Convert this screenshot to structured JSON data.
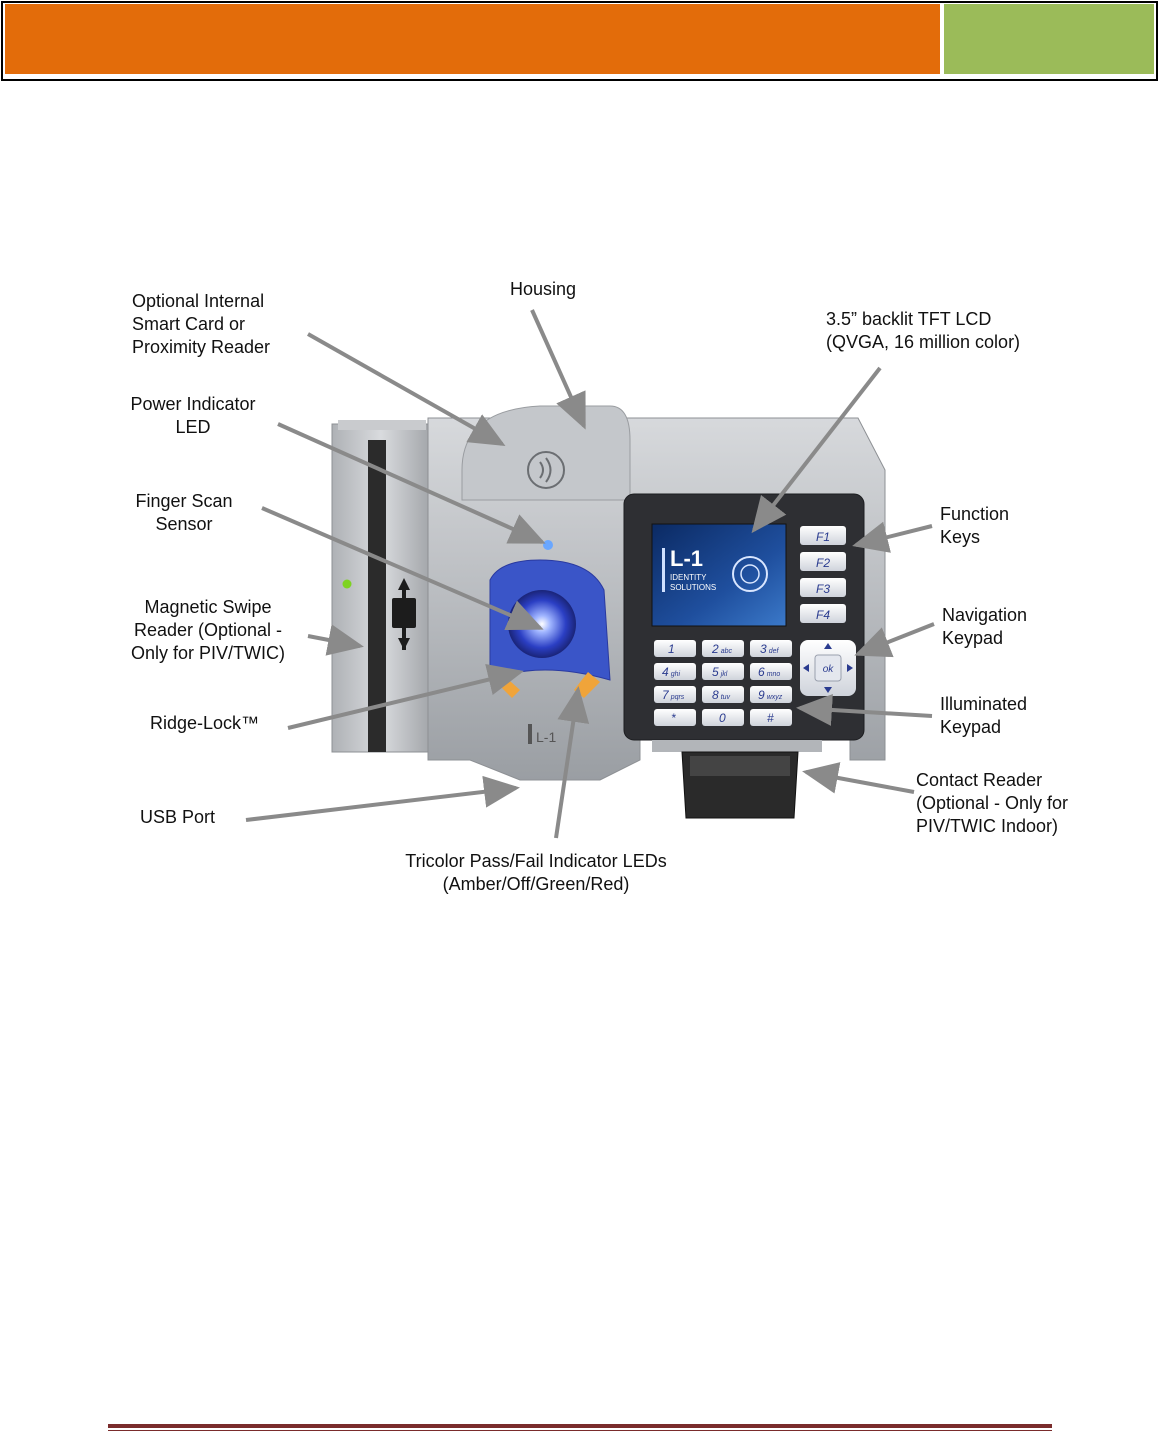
{
  "colors": {
    "header_orange": "#e36c0a",
    "header_green": "#9bbb59",
    "footer_rule": "#7a2c2c"
  },
  "device": {
    "brand_lines": [
      "L-1",
      "IDENTITY",
      "SOLUTIONS"
    ],
    "function_keys": [
      "F1",
      "F2",
      "F3",
      "F4"
    ],
    "keypad": [
      {
        "digit": "1",
        "letters": ""
      },
      {
        "digit": "2",
        "letters": "abc"
      },
      {
        "digit": "3",
        "letters": "def"
      },
      {
        "digit": "4",
        "letters": "ghi"
      },
      {
        "digit": "5",
        "letters": "jkl"
      },
      {
        "digit": "6",
        "letters": "mno"
      },
      {
        "digit": "7",
        "letters": "pqrs"
      },
      {
        "digit": "8",
        "letters": "tuv"
      },
      {
        "digit": "9",
        "letters": "wxyz"
      },
      {
        "digit": "*",
        "letters": ""
      },
      {
        "digit": "0",
        "letters": ""
      },
      {
        "digit": "#",
        "letters": ""
      }
    ],
    "nav_ok": "ok"
  },
  "callouts": {
    "optional_reader": [
      "Optional Internal",
      "Smart Card or",
      "Proximity Reader"
    ],
    "housing": [
      "Housing"
    ],
    "lcd": [
      "3.5” backlit TFT LCD",
      "(QVGA, 16 million color)"
    ],
    "power_led": [
      "Power Indicator",
      "LED"
    ],
    "finger_scan": [
      "Finger Scan",
      "Sensor"
    ],
    "function_keys": [
      "Function",
      "Keys"
    ],
    "magnetic_swipe": [
      "Magnetic Swipe",
      "Reader (Optional -",
      "Only for PIV/TWIC)"
    ],
    "navigation": [
      "Navigation",
      "Keypad"
    ],
    "illuminated": [
      "Illuminated",
      "Keypad"
    ],
    "ridge_lock": [
      "Ridge-Lock™"
    ],
    "contact_reader": [
      "Contact Reader",
      "(Optional - Only for",
      "PIV/TWIC Indoor)"
    ],
    "usb_port": [
      "USB Port"
    ],
    "tricolor": [
      "Tricolor Pass/Fail Indicator LEDs",
      "(Amber/Off/Green/Red)"
    ]
  }
}
